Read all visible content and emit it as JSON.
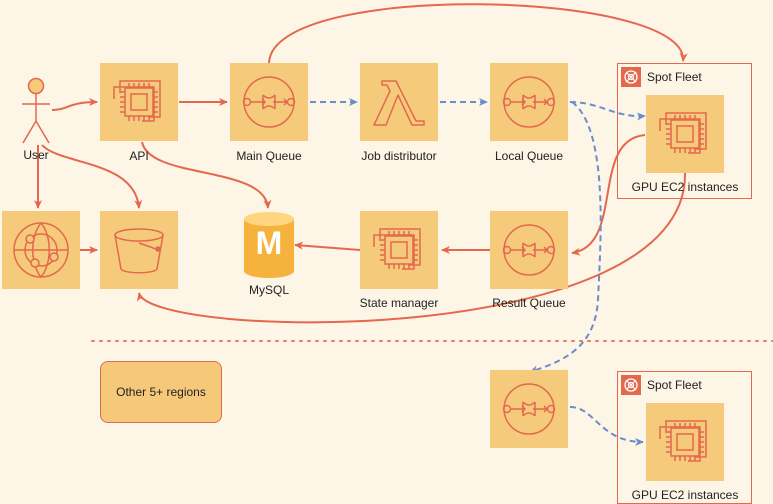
{
  "nodes": {
    "user": "User",
    "api": "API",
    "main_queue": "Main Queue",
    "job_distributor": "Job distributor",
    "local_queue": "Local Queue",
    "gpu_top": "GPU EC2 instances",
    "mysql": "MySQL",
    "state_manager": "State manager",
    "result_queue": "Result Queue",
    "gpu_bottom": "GPU EC2 instances"
  },
  "groups": {
    "spot_fleet_top": "Spot Fleet",
    "spot_fleet_bottom": "Spot Fleet"
  },
  "regions_label": "Other 5+ regions",
  "mysql_letter": "M",
  "colors": {
    "background": "#fdf5e6",
    "node_fill": "#f5cb7b",
    "icon_stroke": "#e3684e",
    "solid_edge": "#e3684e",
    "dashed_edge": "#6b8ec9",
    "region_fill": "#f5c979"
  },
  "icons": {
    "api": "chip-icon",
    "queue": "queue-icon",
    "lambda": "lambda-icon",
    "gpu": "chip-icon",
    "storage": "bucket-icon",
    "cdn": "cloudfront-icon",
    "db": "mysql-icon"
  }
}
